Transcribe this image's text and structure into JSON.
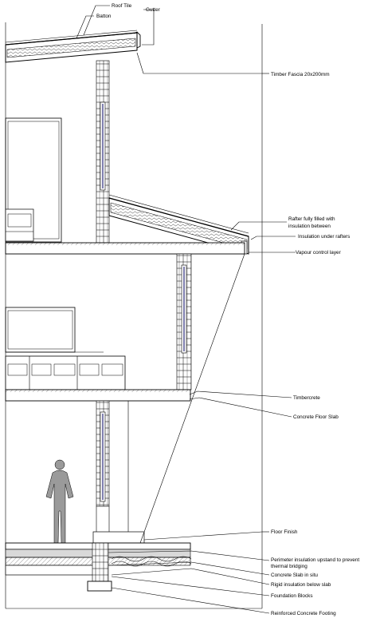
{
  "labels": {
    "roof_tile": "Roof Tile",
    "batton": "Batton",
    "gutter": "Gutter",
    "timber_fascia": "Timber Fascia 20x200mm",
    "rafter_line1": "Rafter fully filled with",
    "rafter_line2": "insulation between",
    "insulation_under_rafters": "Insulation under rafters",
    "vapour_control_layer": "Vapour control layer",
    "timbercrete": "Timbercrete",
    "concrete_floor_slab": "Concrete Floor Slab",
    "floor_finish": "Floor Finish",
    "perimeter_line1": "Perimeter insulation upstand to prevent",
    "perimeter_line2": "thermal bridging",
    "concrete_slab_in_situ": "Concrete Slab in situ",
    "rigid_insulation": "Rigid insulation below slab",
    "foundation_blocks": "Foundation Blocks",
    "reinforced_footing": "Reinforced Concrete Footing"
  },
  "colors": {
    "line": "#000000",
    "background": "#ffffff",
    "insulation_fill": "#e8e8e8",
    "slab_fill": "#d9d9d9",
    "window_blue": "#2a2a7a",
    "person_fill": "#9a9a9a"
  }
}
